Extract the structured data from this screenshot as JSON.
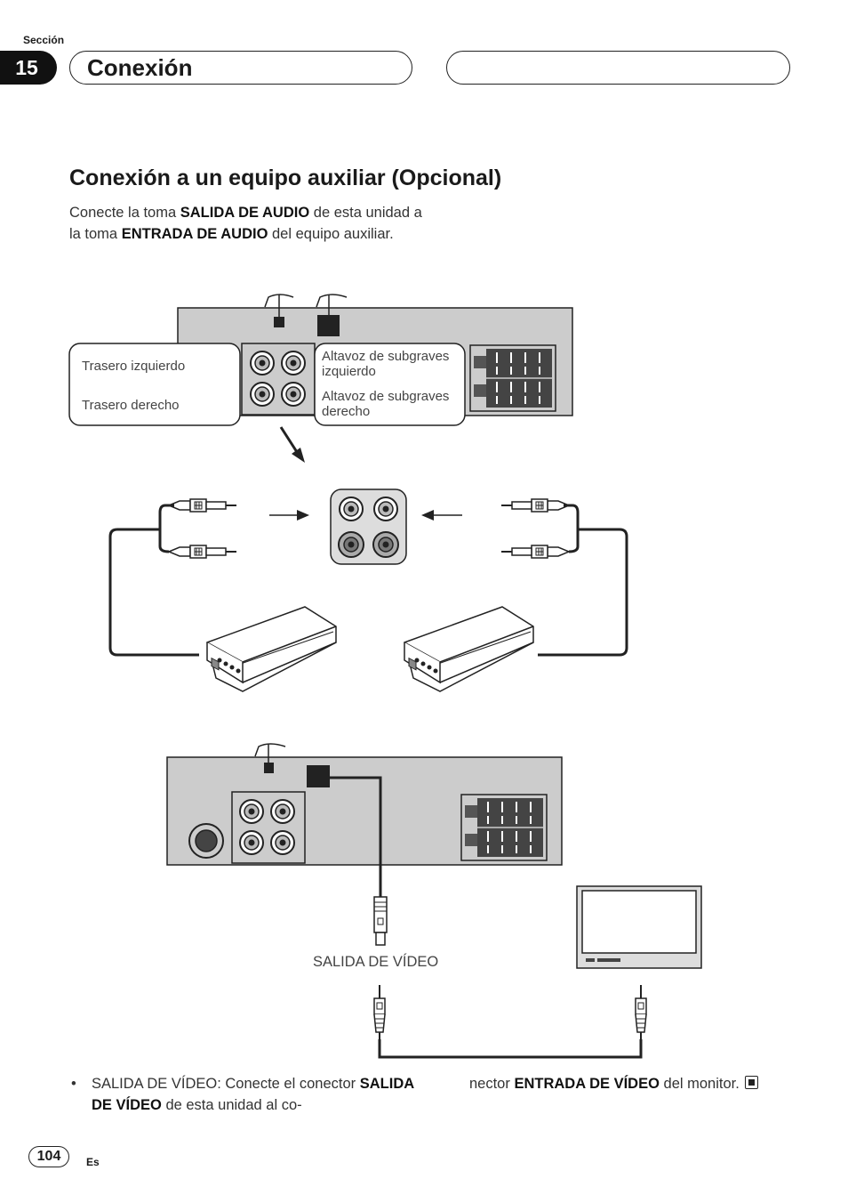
{
  "header": {
    "section_label": "Sección",
    "section_number": "15",
    "title": "Conexión"
  },
  "main": {
    "heading": "Conexión a un equipo auxiliar (Opcional)",
    "intro": {
      "p1": "Conecte la toma ",
      "b1": "SALIDA DE AUDIO",
      "p2": " de esta unidad a la toma ",
      "b2": "ENTRADA DE AUDIO",
      "p3": " del equipo auxiliar."
    }
  },
  "diagram1": {
    "callout_left": {
      "line1": "Trasero izquierdo",
      "line2": "Trasero derecho"
    },
    "callout_right": {
      "line1a": "Altavoz de subgraves",
      "line1b": "izquierdo",
      "line2a": "Altavoz de subgraves",
      "line2b": "derecho"
    }
  },
  "diagram2": {
    "video_out_label": "SALIDA DE VÍDEO"
  },
  "bullets": {
    "marker": "•",
    "col1": {
      "t1": "SALIDA DE VÍDEO: Conecte el conector ",
      "b1": "SALIDA DE VÍDEO",
      "t2": " de esta unidad al co-"
    },
    "col2": {
      "t1": "nector ",
      "b1": "ENTRADA DE VÍDEO",
      "t2": "  del monitor."
    }
  },
  "footer": {
    "page_number": "104",
    "language": "Es"
  }
}
